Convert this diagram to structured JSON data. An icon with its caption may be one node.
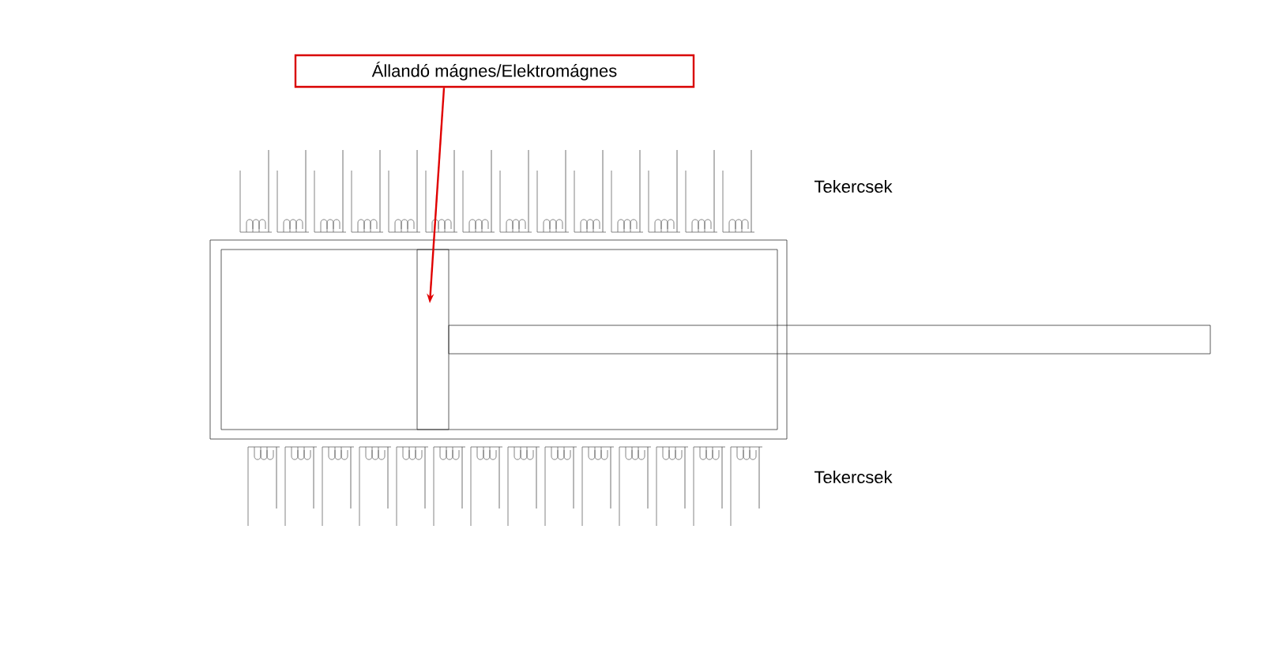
{
  "diagram": {
    "nodes": [
      {
        "text": [
          "Állandó mágnes/Elektromágnes"
        ]
      },
      {
        "text": [],
        "shape": "box"
      }
    ],
    "edges": [
      {
        "from": 0,
        "to": 1,
        "arrow": "to",
        "color": "#e00000"
      }
    ],
    "labels": [
      "Tekercsek",
      "Tekercsek"
    ]
  }
}
